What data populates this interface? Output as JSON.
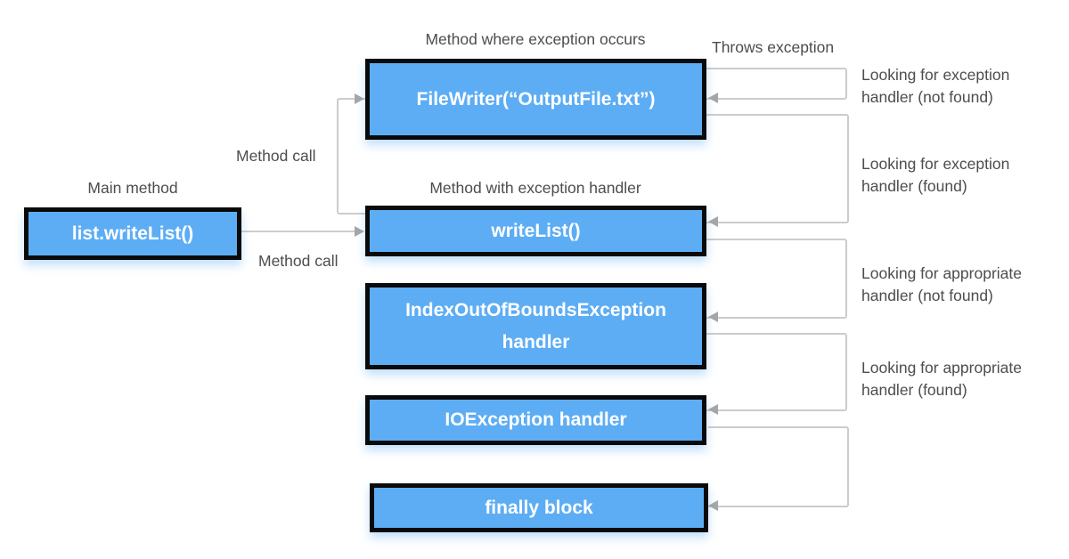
{
  "diagram": {
    "boxes": {
      "main": "list.writeList()",
      "filewriter": "FileWriter(“OutputFile.txt”)",
      "writelist": "writeList()",
      "ioob_handler": "IndexOutOfBoundsException handler",
      "ioexception_handler": "IOException handler",
      "finally_block": "finally block"
    },
    "labels": {
      "main_method": "Main method",
      "method_where_exception_occurs": "Method where exception occurs",
      "method_with_exception_handler": "Method with exception handler",
      "throws_exception": "Throws exception",
      "method_call_upper": "Method call",
      "method_call_lower": "Method call",
      "looking_exception_not_found": "Looking for exception handler (not found)",
      "looking_exception_found": "Looking for exception handler (found)",
      "looking_appropriate_not_found": "Looking for appropriate handler (not found)",
      "looking_appropriate_found": "Looking for appropriate handler (found)"
    },
    "colors": {
      "box_fill": "#5dadf4",
      "box_border": "#0a0a0a",
      "box_text": "#ffffff",
      "connector_line": "#cccccc",
      "arrowhead": "#a6a6a6",
      "label_text": "#4d4d4d"
    }
  }
}
